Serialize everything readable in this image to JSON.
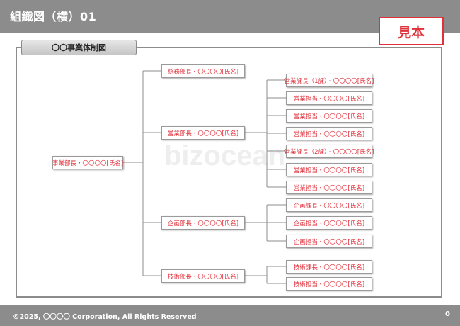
{
  "header": {
    "title": "組織図（横）01"
  },
  "stamp": "見本",
  "panel": {
    "title": "〇〇事業体制図"
  },
  "org": {
    "root": "事業部長・〇〇〇〇[氏名]",
    "managers": [
      "総務部長・〇〇〇〇[氏名]",
      "営業部長・〇〇〇〇[氏名]",
      "企画部長・〇〇〇〇[氏名]",
      "技術部長・〇〇〇〇[氏名]"
    ],
    "sales_units": [
      "営業課長（1課）・〇〇〇〇[氏名]",
      "営業担当・〇〇〇〇[氏名]",
      "営業担当・〇〇〇〇[氏名]",
      "営業担当・〇〇〇〇[氏名]",
      "営業課長（2課）・〇〇〇〇[氏名]",
      "営業担当・〇〇〇〇[氏名]",
      "営業担当・〇〇〇〇[氏名]"
    ],
    "planning_units": [
      "企画課長・〇〇〇〇[氏名]",
      "企画担当・〇〇〇〇[氏名]",
      "企画担当・〇〇〇〇[氏名]"
    ],
    "tech_units": [
      "技術課長・〇〇〇〇[氏名]",
      "技術担当・〇〇〇〇[氏名]"
    ]
  },
  "watermark": "bizocean",
  "footer": {
    "copyright": "©2025, 〇〇〇〇 Corporation, All Rights Reserved",
    "page": "0"
  }
}
